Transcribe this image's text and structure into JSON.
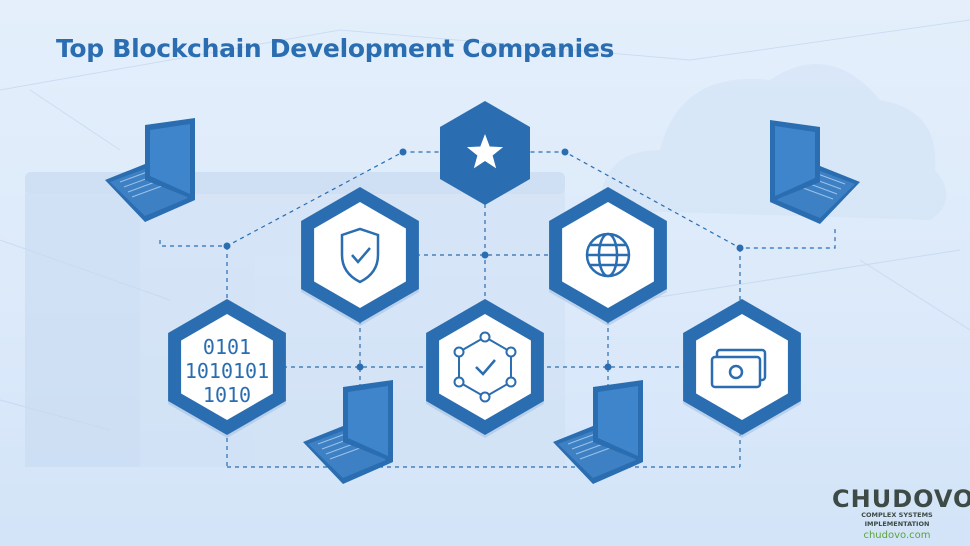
{
  "title": "Top Blockchain Development Companies",
  "logo": {
    "brand": "CHUDOVO",
    "tagline": "COMPLEX SYSTEMS IMPLEMENTATION",
    "url": "chudovo.com"
  },
  "binary_icon": {
    "lines": [
      "0101",
      "1010101",
      "1010"
    ]
  },
  "colors": {
    "primary": "#2a6db0",
    "background": "#e1edfa",
    "logo_dark": "#3d4a45",
    "logo_green": "#5aa33b"
  }
}
